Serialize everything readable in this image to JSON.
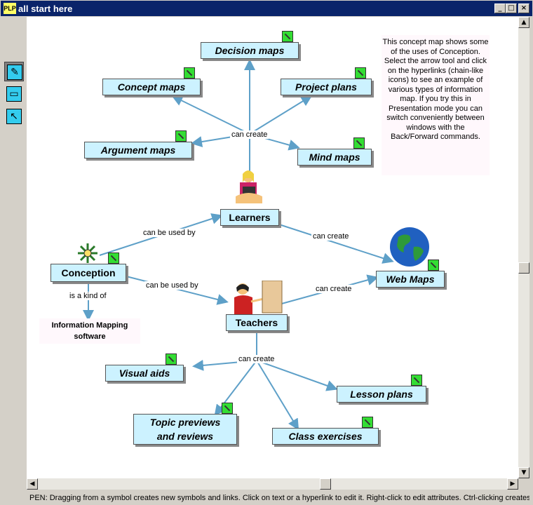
{
  "window": {
    "title": "all start here",
    "icon_text": "PLP",
    "minimize": "_",
    "maximize": "□",
    "close": "×"
  },
  "toolbar": {
    "tools": [
      {
        "name": "pen-tool",
        "icon": "pen-icon",
        "glyph": "✎"
      },
      {
        "name": "eraser-tool",
        "icon": "eraser-icon",
        "glyph": "▭"
      },
      {
        "name": "arrow-tool",
        "icon": "arrow-pointer-icon",
        "glyph": "↖"
      }
    ]
  },
  "nodes": {
    "decision_maps": "Decision maps",
    "concept_maps": "Concept maps",
    "project_plans": "Project plans",
    "argument_maps": "Argument maps",
    "mind_maps": "Mind maps",
    "learners": "Learners",
    "conception": "Conception",
    "web_maps": "Web Maps",
    "teachers": "Teachers",
    "visual_aids": "Visual aids",
    "lesson_plans": "Lesson plans",
    "topic_previews": "Topic previews and reviews",
    "class_exercises": "Class exercises"
  },
  "edge_labels": {
    "can_create_top": "can create",
    "can_be_used_by_1": "can be used by",
    "can_create_learners": "can create",
    "can_be_used_by_2": "can be used by",
    "can_create_teachers_web": "can create",
    "is_a_kind_of": "is a kind of",
    "can_create_bottom": "can create"
  },
  "info_box": "Information Mapping software",
  "note": "This concept map shows some of the uses of Conception. Select the arrow tool and click on the hyperlinks (chain-like icons) to see an example of various types of information map. If you try this in Presentation mode you can switch conveniently between windows with the Back/Forward commands.",
  "status": "PEN: Dragging from a symbol creates new symbols and links. Click on text or a hyperlink to edit it. Right-click to edit attributes. Ctrl-clicking creates a",
  "colors": {
    "node_fill": "#ccf2ff",
    "edge": "#5ea0c8",
    "link_icon": "#33dd33",
    "titlebar": "#0a246a"
  }
}
